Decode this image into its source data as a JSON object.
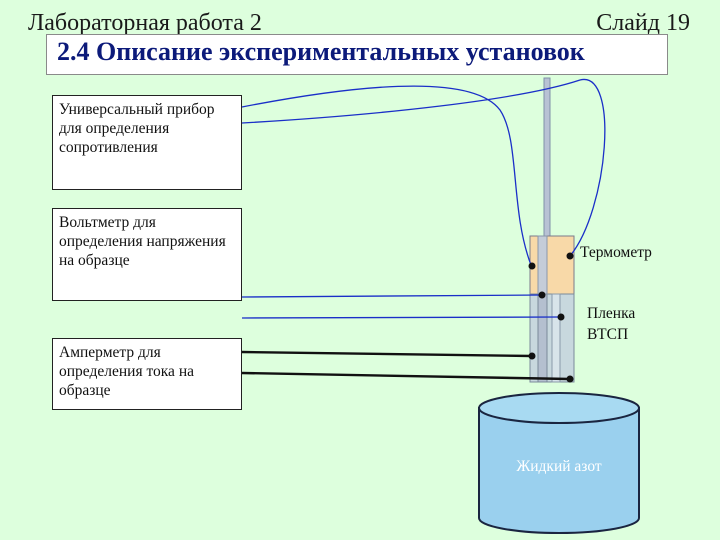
{
  "header": {
    "lab": "Лабораторная работа 2",
    "slide": "Слайд 19"
  },
  "title": "2.4 Описание экспериментальных установок",
  "devices": {
    "ohmmeter": "Универсальный прибор для определения сопротивления",
    "voltmeter": "Вольтметр для определения напряжения на образце",
    "ammeter": "Амперметр для определения тока на образце"
  },
  "labels": {
    "thermometer": "Термометр",
    "film": "Пленка ВТСП",
    "nitrogen": "Жидкий азот"
  },
  "colors": {
    "background": "#ddffdd",
    "title_text": "#0c1a7a",
    "wire_blue": "#1a2fc8",
    "thermometer_body": "#f8d9a8",
    "dewar_fill": "#9ad0ee"
  }
}
